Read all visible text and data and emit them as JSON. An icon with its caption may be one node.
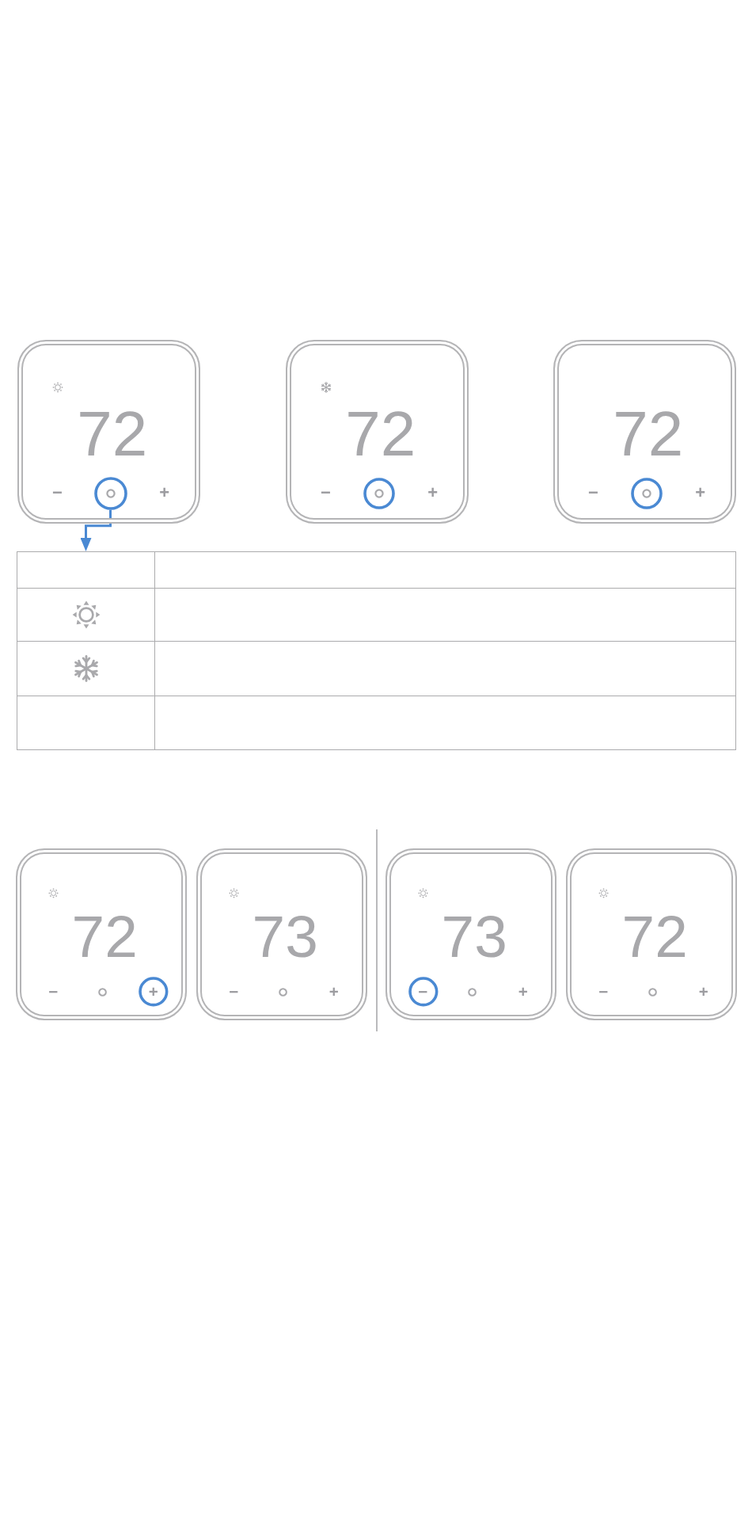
{
  "diagram": {
    "nodes": [
      {
        "text": [
          "72",
          "−",
          "+"
        ]
      },
      {
        "text": [],
        "shape": "circle",
        "in": 0
      },
      {
        "text": [
          "72",
          "−",
          "+"
        ]
      },
      {
        "text": [
          "72",
          "−",
          "+"
        ]
      },
      {
        "text": [],
        "shape": "box"
      },
      {
        "text": [
          "72",
          "−",
          "+"
        ]
      },
      {
        "text": [
          "73",
          "−",
          "+"
        ]
      },
      {
        "text": [
          "73",
          "−",
          "+"
        ]
      },
      {
        "text": [
          "72",
          "−",
          "+"
        ]
      }
    ],
    "edges": [
      {
        "from": 1,
        "to": 4,
        "arrow": "to"
      }
    ]
  }
}
